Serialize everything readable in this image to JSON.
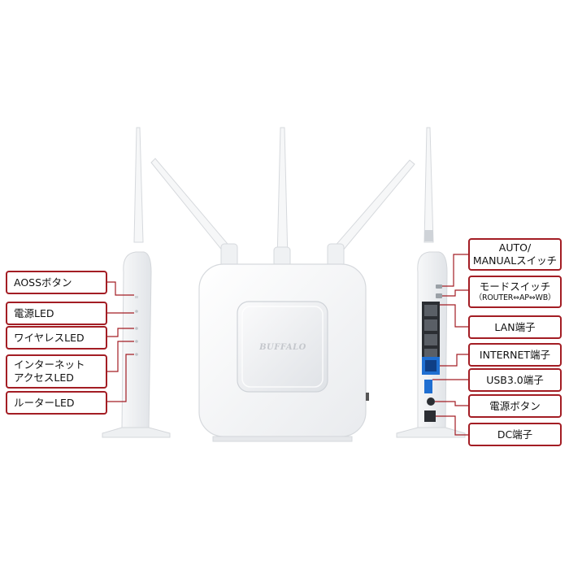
{
  "brand_logo": "BUFFALO",
  "left_labels": {
    "aoss_button": "AOSSボタン",
    "power_led": "電源LED",
    "wireless_led": "ワイヤレスLED",
    "internet_access_led": "インターネット\nアクセスLED",
    "router_led": "ルーターLED"
  },
  "right_labels": {
    "auto_manual_switch": "AUTO/\nMANUALスイッチ",
    "mode_switch": "モードスイッチ",
    "mode_switch_sub": "（ROUTER⇔AP⇔WB）",
    "lan_port": "LAN端子",
    "internet_port": "INTERNET端子",
    "usb_port": "USB3.0端子",
    "power_button": "電源ボタン",
    "dc_port": "DC端子"
  },
  "colors": {
    "callout_border": "#a31d24",
    "leader_line": "#a31d24",
    "device_body": "#f4f5f7",
    "device_edge": "#d9dce0",
    "lan_accent": "#1f6fd1"
  }
}
